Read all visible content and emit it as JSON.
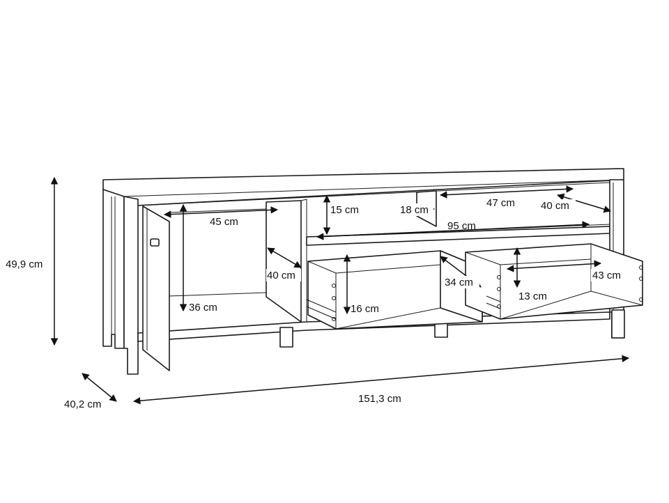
{
  "labels": {
    "height": "49,9 cm",
    "depth": "40,2 cm",
    "width": "151,3 cm",
    "left_inner_width": "45 cm",
    "left_inner_height": "36 cm",
    "left_inner_depth": "40 cm",
    "top_shelf_height": "15 cm",
    "divider_width": "18 cm",
    "right_shelf_width": "47 cm",
    "right_shelf_depth": "40 cm",
    "middle_width": "95 cm",
    "drawer1_depth": "34 cm",
    "drawer1_height": "16 cm",
    "drawer2_width": "43 cm",
    "drawer2_height": "13 cm"
  }
}
